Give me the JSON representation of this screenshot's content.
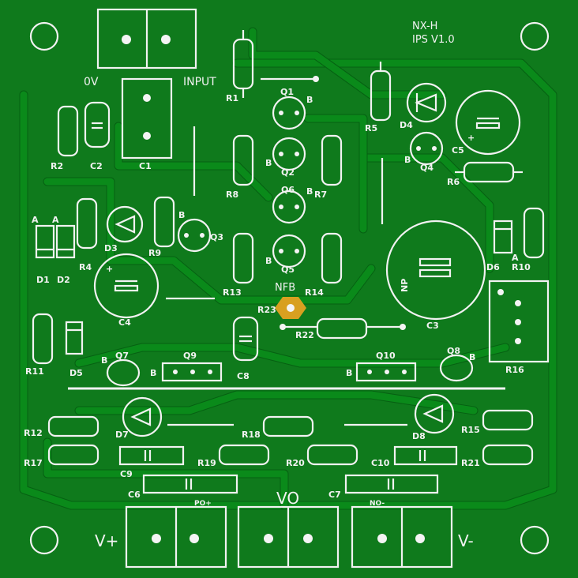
{
  "board": {
    "title_line1": "NX-H",
    "title_line2": "IPS V1.0",
    "label_0v": "0V",
    "label_input": "INPUT",
    "label_nfb": "NFB",
    "label_vo": "VO",
    "label_vplus": "V+",
    "label_vminus": "V-",
    "label_po_plus": "PO+",
    "label_no_minus": "NO-",
    "colors": {
      "board": "#0f7a1c",
      "silk": "#f2f2f2",
      "pad": "#f4f4f4",
      "nfb_pad": "#d8a020"
    }
  },
  "components": {
    "R1": "R1",
    "R2": "R2",
    "R4": "R4",
    "R5": "R5",
    "R6": "R6",
    "R7": "R7",
    "R8": "R8",
    "R9": "R9",
    "R10": "R10",
    "R11": "R11",
    "R12": "R12",
    "R13": "R13",
    "R14": "R14",
    "R15": "R15",
    "R16": "R16",
    "R17": "R17",
    "R18": "R18",
    "R19": "R19",
    "R20": "R20",
    "R21": "R21",
    "R22": "R22",
    "R23": "R23",
    "C1": "C1",
    "C2": "C2",
    "C3": "C3",
    "C4": "C4",
    "C5": "C5",
    "C6": "C6",
    "C7": "C7",
    "C8": "C8",
    "C9": "C9",
    "C10": "C10",
    "Q1": "Q1",
    "Q2": "Q2",
    "Q3": "Q3",
    "Q4": "Q4",
    "Q5": "Q5",
    "Q6": "Q6",
    "Q7": "Q7",
    "Q8": "Q8",
    "Q9": "Q9",
    "Q10": "Q10",
    "D1": "D1",
    "D2": "D2",
    "D3": "D3",
    "D4": "D4",
    "D5": "D5",
    "D6": "D6",
    "D7": "D7",
    "D8": "D8",
    "B": "B",
    "A": "A",
    "NP": "NP",
    "plus": "+"
  }
}
